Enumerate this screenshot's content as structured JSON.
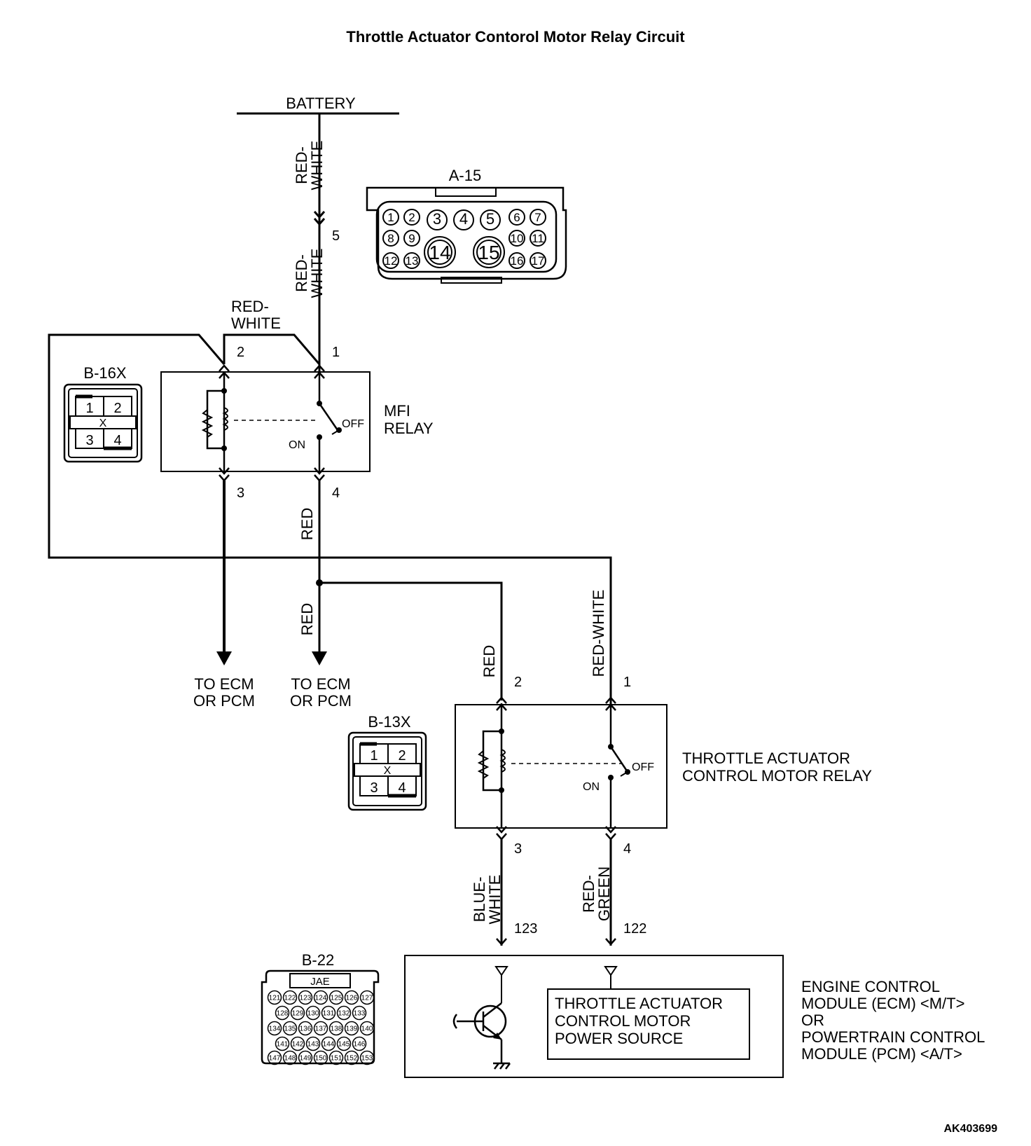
{
  "title": "Throttle Actuator Contorol Motor Relay Circuit",
  "doc_code": "AK403699",
  "battery": "BATTERY",
  "wires": {
    "red_white_hyphen": [
      "RED-",
      "WHITE"
    ],
    "red": "RED",
    "red_white": "RED-WHITE",
    "blue_white": [
      "BLUE-",
      "WHITE"
    ],
    "red_green": [
      "RED-",
      "GREEN"
    ]
  },
  "connector_a15": {
    "label": "A-15",
    "pins": [
      "1",
      "2",
      "3",
      "4",
      "5",
      "6",
      "7",
      "8",
      "9",
      "10",
      "11",
      "12",
      "13",
      "14",
      "15",
      "16",
      "17"
    ]
  },
  "connector_b16x": {
    "label": "B-16X",
    "pins": [
      "1",
      "2",
      "3",
      "4"
    ],
    "mark": "X"
  },
  "connector_b13x": {
    "label": "B-13X",
    "pins": [
      "1",
      "2",
      "3",
      "4"
    ],
    "mark": "X"
  },
  "connector_b22": {
    "label": "B-22",
    "maker": "JAE",
    "pins": [
      "121",
      "122",
      "123",
      "124",
      "125",
      "126",
      "127",
      "128",
      "129",
      "130",
      "131",
      "132",
      "133",
      "134",
      "135",
      "136",
      "137",
      "138",
      "139",
      "140",
      "141",
      "142",
      "143",
      "144",
      "145",
      "146",
      "147",
      "148",
      "149",
      "150",
      "151",
      "152",
      "153"
    ]
  },
  "mfi_relay": {
    "label": [
      "MFI",
      "RELAY"
    ],
    "pins": {
      "p1": "1",
      "p2": "2",
      "p3": "3",
      "p4": "4",
      "p5": "5"
    },
    "off": "OFF",
    "on": "ON"
  },
  "tac_relay": {
    "label": [
      "THROTTLE ACTUATOR",
      "CONTROL MOTOR RELAY"
    ],
    "pins": {
      "p1": "1",
      "p2": "2",
      "p3": "3",
      "p4": "4"
    },
    "off": "OFF",
    "on": "ON"
  },
  "to_ecm": [
    "TO ECM",
    "OR PCM"
  ],
  "ecm_terminals": {
    "t123": "123",
    "t122": "122"
  },
  "power_source": [
    "THROTTLE ACTUATOR",
    "CONTROL MOTOR",
    "POWER SOURCE"
  ],
  "module": [
    "ENGINE CONTROL",
    "MODULE (ECM) <M/T>",
    "OR",
    "POWERTRAIN CONTROL",
    "MODULE (PCM) <A/T>"
  ]
}
